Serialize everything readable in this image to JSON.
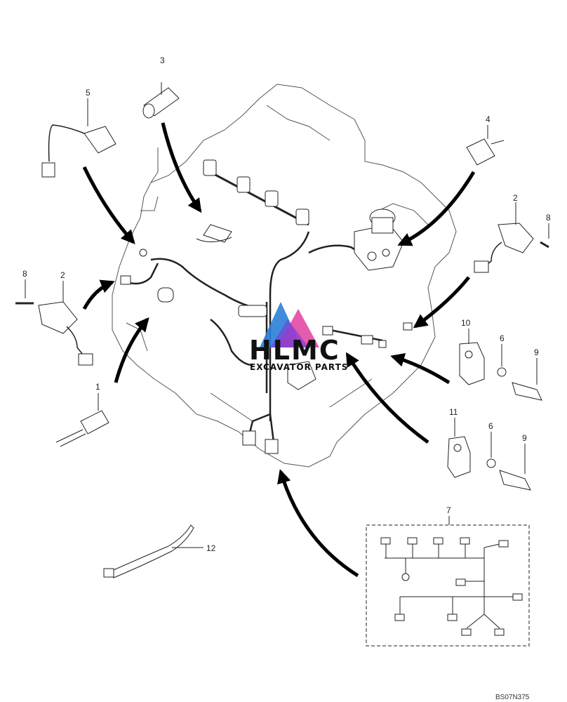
{
  "diagram": {
    "ref_code": "BS07N375",
    "watermark": {
      "main": "HLMC",
      "sub": "EXCAVATOR PARTS"
    },
    "callouts": [
      "1",
      "2",
      "3",
      "4",
      "5",
      "6",
      "7",
      "8",
      "9",
      "10",
      "11",
      "12"
    ]
  }
}
